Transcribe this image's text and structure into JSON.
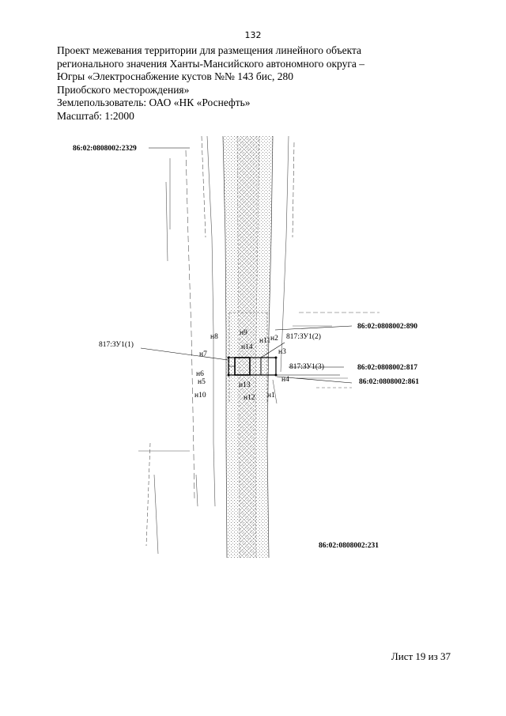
{
  "page_number": "132",
  "header": {
    "line1": "Проект межевания территории для размещения линейного объекта",
    "line2": "регионального значения Ханты-Мансийского автономного округа –",
    "line3": "Югры «Электроснабжение кустов №№ 143 бис, 280",
    "line4": "Приобского месторождения»",
    "line5": "Землепользователь: ОАО «НК «Роснефть»",
    "line6": "Масштаб: 1:2000"
  },
  "map": {
    "cadastral": {
      "c2329": "86:02:0808002:2329",
      "c890": "86:02:0808002:890",
      "c817": "86:02:0808002:817",
      "c861": "86:02:0808002:861",
      "c231": "86:02:0808002:231"
    },
    "parcels": {
      "zu1_1": "817:ЗУ1(1)",
      "zu1_2": "817:ЗУ1(2)",
      "zu1_3": "817:ЗУ1(3)"
    },
    "points": {
      "n1": "н1",
      "n2": "н2",
      "n3": "н3",
      "n4": "н4",
      "n5": "н5",
      "n6": "н6",
      "n7": "н7",
      "n8": "н8",
      "n9": "н9",
      "n10": "н10",
      "n11": "н11",
      "n12": "н12",
      "n13": "н13",
      "n14": "н14"
    }
  },
  "footer": {
    "sheet": "Лист 19 из 37"
  }
}
